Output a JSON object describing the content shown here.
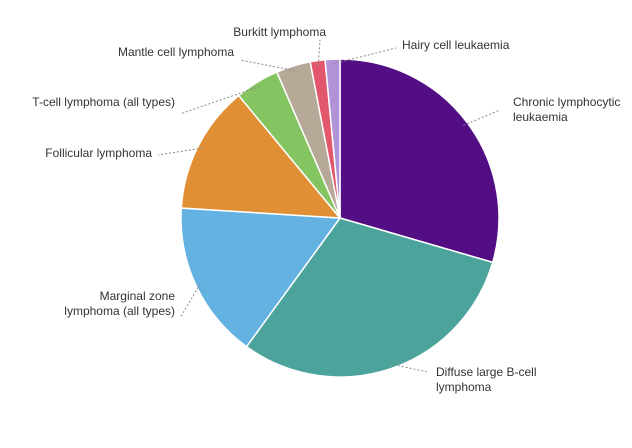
{
  "chart_data": {
    "type": "pie",
    "title": "",
    "start_angle_deg": 0,
    "direction": "clockwise",
    "slices": [
      {
        "label": "Chronic lymphocytic leukaemia",
        "lines": [
          "Chronic lymphocytic",
          "leukaemia"
        ],
        "value": 29.5,
        "color": "#520E82"
      },
      {
        "label": "Diffuse large B-cell lymphoma",
        "lines": [
          "Diffuse large B-cell",
          "lymphoma"
        ],
        "value": 30.5,
        "color": "#4BA39B"
      },
      {
        "label": "Marginal zone lymphoma (all types)",
        "lines": [
          "Marginal zone",
          "lymphoma (all types)"
        ],
        "value": 16.0,
        "color": "#63B2E2"
      },
      {
        "label": "Follicular lymphoma",
        "lines": [
          "Follicular lymphoma"
        ],
        "value": 13.0,
        "color": "#E08F35"
      },
      {
        "label": "T-cell lymphoma (all types)",
        "lines": [
          "T-cell lymphoma (all types)"
        ],
        "value": 4.5,
        "color": "#84C461"
      },
      {
        "label": "Mantle cell lymphoma",
        "lines": [
          "Mantle cell lymphoma"
        ],
        "value": 3.5,
        "color": "#B6A998"
      },
      {
        "label": "Burkitt lymphoma",
        "lines": [
          "Burkitt lymphoma"
        ],
        "value": 1.5,
        "color": "#E2576B"
      },
      {
        "label": "Hairy cell leukaemia",
        "lines": [
          "Hairy cell leukaemia"
        ],
        "value": 1.5,
        "color": "#B393D7"
      }
    ]
  }
}
